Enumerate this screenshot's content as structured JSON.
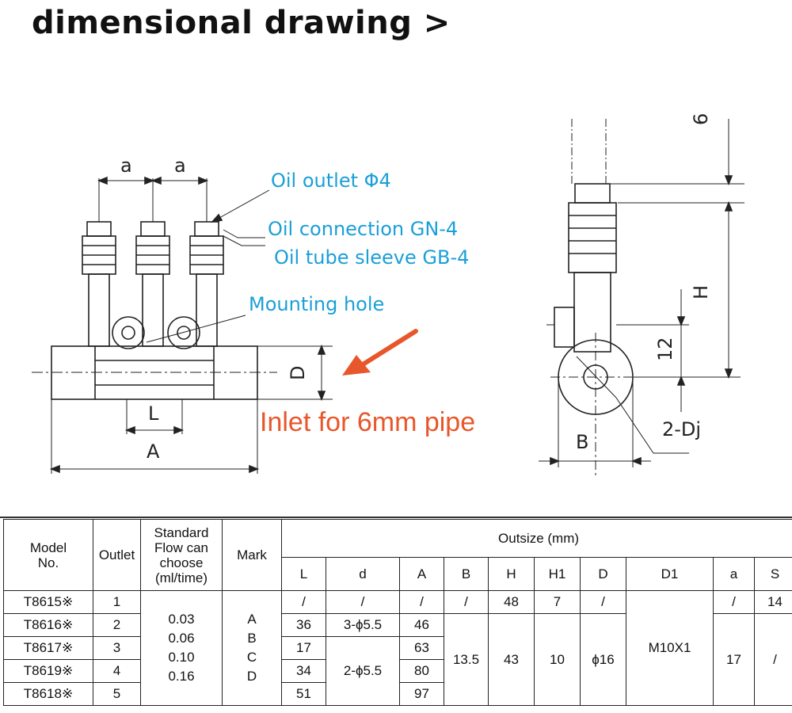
{
  "title": "dimensional drawing >",
  "drawing": {
    "callouts": {
      "oil_outlet": "Oil outlet Φ4",
      "oil_connection": "Oil connection GN-4",
      "oil_tube_sleeve": "Oil tube sleeve GB-4",
      "mounting_hole": "Mounting hole",
      "inlet": "Inlet for 6mm pipe"
    },
    "dims": {
      "a1": "a",
      "a2": "a",
      "L": "L",
      "A": "A",
      "D": "D",
      "six": "6",
      "H": "H",
      "twelve": "12",
      "B": "B",
      "two_dj": "2-Dj"
    },
    "colors": {
      "callout": "#1a9fd8",
      "arrow": "#e8572b",
      "line": "#222222"
    }
  },
  "table": {
    "headers": {
      "model": [
        "Model",
        "No."
      ],
      "outlet": "Outlet",
      "flow": [
        "Standard",
        "Flow can",
        "choose",
        "(ml/time)"
      ],
      "mark": "Mark",
      "outsize": "Outsize (mm)",
      "cols": [
        "L",
        "d",
        "A",
        "B",
        "H",
        "H1",
        "D",
        "D1",
        "a",
        "S"
      ]
    },
    "rows": [
      {
        "model": "T8615※",
        "outlet": "1",
        "L": "/",
        "d": "/",
        "A": "/",
        "B": "/",
        "H": "48",
        "H1": "7",
        "D": "/",
        "a": "/",
        "S": "14"
      },
      {
        "model": "T8616※",
        "outlet": "2",
        "L": "36",
        "d": "3-ϕ5.5",
        "A": "46"
      },
      {
        "model": "T8617※",
        "outlet": "3",
        "L": "17",
        "A": "63"
      },
      {
        "model": "T8619※",
        "outlet": "4",
        "L": "34",
        "d": "2-ϕ5.5",
        "A": "80"
      },
      {
        "model": "T8618※",
        "outlet": "5",
        "L": "51",
        "A": "97"
      }
    ],
    "flow_values": [
      "0.03",
      "0.06",
      "0.10",
      "0.16"
    ],
    "marks": [
      "A",
      "B",
      "C",
      "D"
    ],
    "merged": {
      "B": "13.5",
      "H": "43",
      "H1": "10",
      "D": "ϕ16",
      "D1": "M10X1",
      "a": "17",
      "S": "/"
    }
  }
}
